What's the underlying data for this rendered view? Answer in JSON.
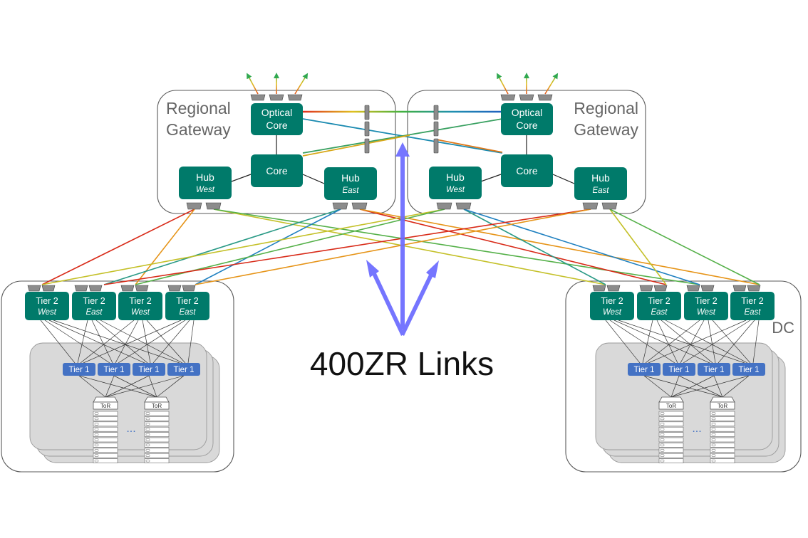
{
  "colors": {
    "switch": "#007a6a",
    "tier1": "#4472c4",
    "container_stroke": "#595959",
    "rack_fill": "#d9d9d9",
    "port": "#8c8c8c",
    "arrow": "#6666ff"
  },
  "regional_gateways": [
    {
      "title_line1": "Regional",
      "title_line2": "Gateway",
      "optical_core": {
        "line1": "Optical",
        "line2": "Core"
      },
      "core": "Core",
      "hub_west": {
        "line1": "Hub",
        "line2": "West"
      },
      "hub_east": {
        "line1": "Hub",
        "line2": "East"
      }
    },
    {
      "title_line1": "Regional",
      "title_line2": "Gateway",
      "optical_core": {
        "line1": "Optical",
        "line2": "Core"
      },
      "core": "Core",
      "hub_west": {
        "line1": "Hub",
        "line2": "West"
      },
      "hub_east": {
        "line1": "Hub",
        "line2": "East"
      }
    }
  ],
  "datacenters": [
    {
      "label": "",
      "tier2": [
        {
          "line1": "Tier 2",
          "line2": "West"
        },
        {
          "line1": "Tier 2",
          "line2": "East"
        },
        {
          "line1": "Tier 2",
          "line2": "West"
        },
        {
          "line1": "Tier 2",
          "line2": "East"
        }
      ],
      "tier1": [
        "Tier 1",
        "Tier 1",
        "Tier 1",
        "Tier 1"
      ],
      "tor": [
        "ToR",
        "ToR"
      ],
      "ellipsis": "..."
    },
    {
      "label": "DC",
      "tier2": [
        {
          "line1": "Tier 2",
          "line2": "West"
        },
        {
          "line1": "Tier 2",
          "line2": "East"
        },
        {
          "line1": "Tier 2",
          "line2": "West"
        },
        {
          "line1": "Tier 2",
          "line2": "East"
        }
      ],
      "tier1": [
        "Tier 1",
        "Tier 1",
        "Tier 1",
        "Tier 1"
      ],
      "tor": [
        "ToR",
        "ToR"
      ],
      "ellipsis": "..."
    }
  ],
  "links_label": "400ZR Links"
}
